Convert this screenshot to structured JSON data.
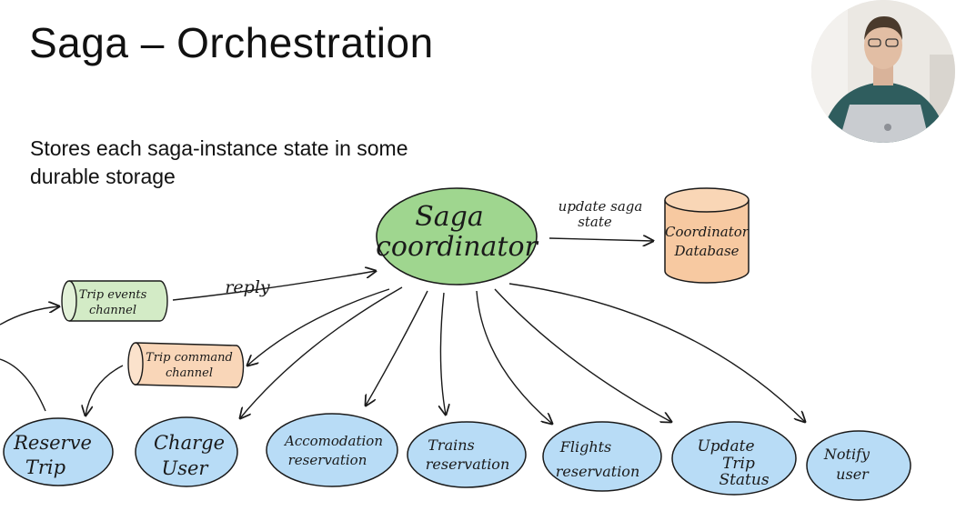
{
  "slide": {
    "title": "Saga – Orchestration",
    "subtitle": "Stores each saga-instance state in some durable storage"
  },
  "diagram": {
    "coordinator": {
      "line1": "Saga",
      "line2": "coordinator"
    },
    "database": {
      "line1": "Coordinator",
      "line2": "Database"
    },
    "update_label": {
      "line1": "update saga",
      "line2": "state"
    },
    "events_channel": {
      "line1": "Trip events",
      "line2": "channel"
    },
    "command_channel": {
      "line1": "Trip command",
      "line2": "channel"
    },
    "reply_label": "reply",
    "services": [
      {
        "line1": "Reserve",
        "line2": "Trip",
        "line3": ""
      },
      {
        "line1": "Charge",
        "line2": "User",
        "line3": ""
      },
      {
        "line1": "Accomodation",
        "line2": "reservation",
        "line3": ""
      },
      {
        "line1": "Trains",
        "line2": "reservation",
        "line3": ""
      },
      {
        "line1": "Flights",
        "line2": "reservation",
        "line3": ""
      },
      {
        "line1": "Update",
        "line2": "Trip",
        "line3": "Status"
      },
      {
        "line1": "Notify",
        "line2": "user",
        "line3": ""
      }
    ]
  },
  "colors": {
    "coordinator_fill": "#9fd68f",
    "database_fill": "#f7c9a1",
    "events_channel_fill": "#d3ebc6",
    "command_channel_fill": "#f9d6b8",
    "service_fill": "#b8dcf6",
    "stroke": "#1a1a1a"
  }
}
